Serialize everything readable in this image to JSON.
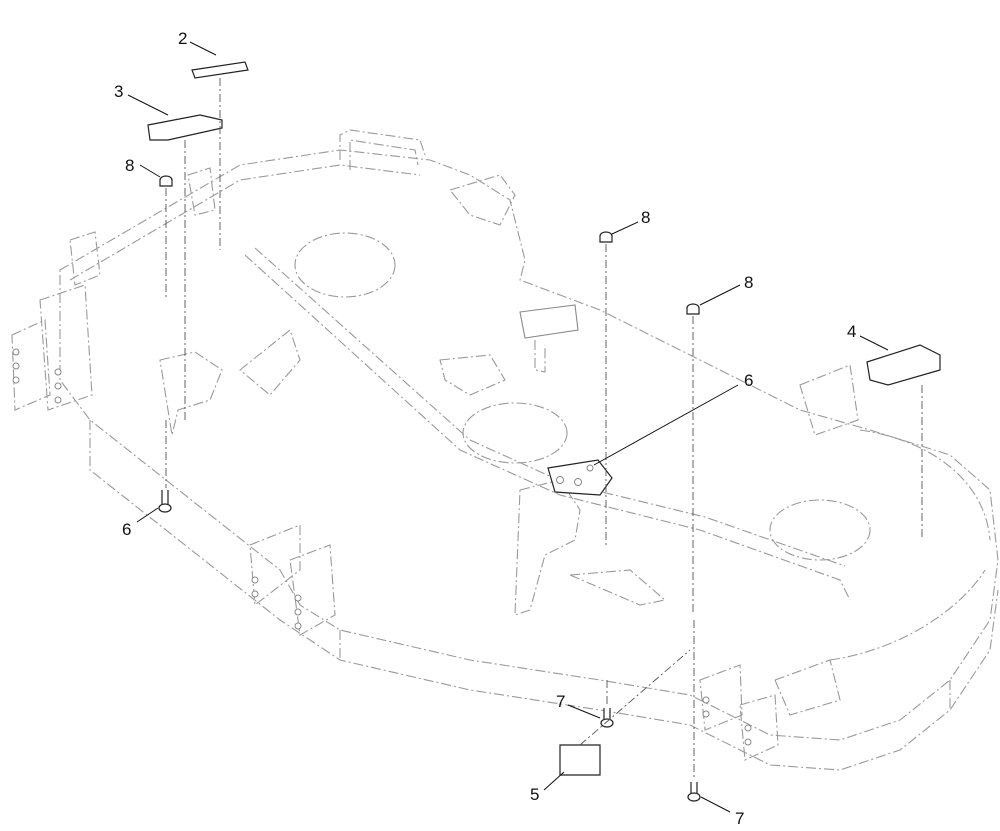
{
  "callouts": {
    "c2": "2",
    "c3": "3",
    "c4": "4",
    "c5": "5",
    "c6_left": "6",
    "c6_right": "6",
    "c7_mid": "7",
    "c7_right": "7",
    "c8_left": "8",
    "c8_mid": "8",
    "c8_right": "8"
  },
  "colors": {
    "line": "#111111",
    "deck_outline": "#9a9a9a",
    "background": "#ffffff"
  }
}
